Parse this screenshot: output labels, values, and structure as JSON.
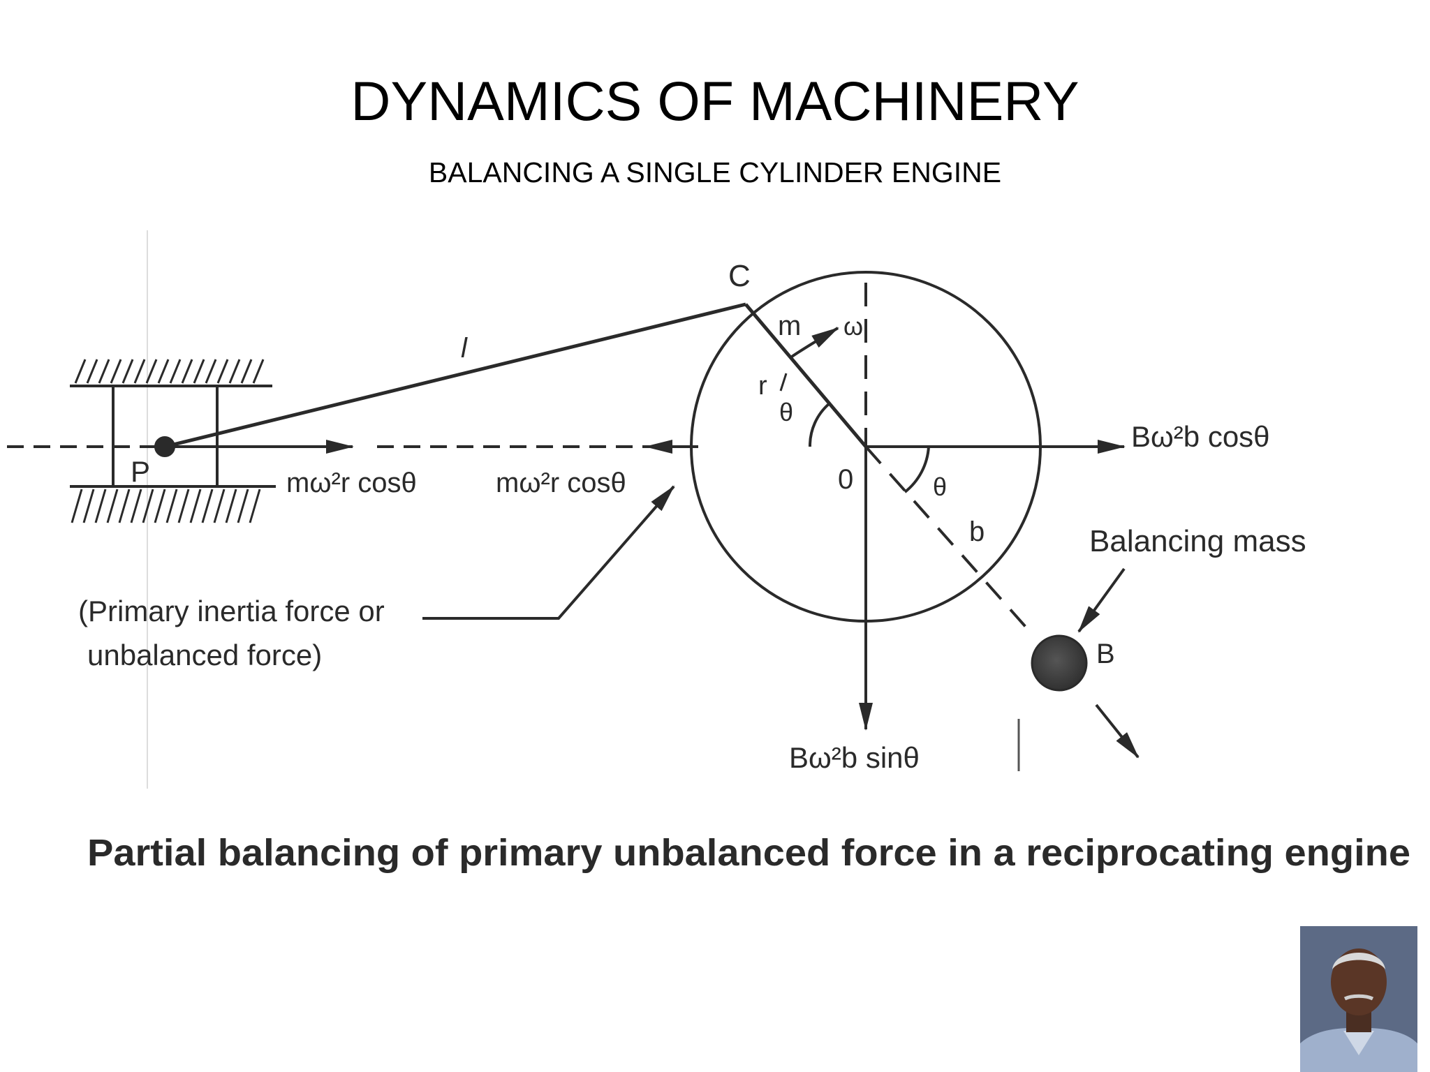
{
  "slide": {
    "title": "DYNAMICS OF MACHINERY",
    "subtitle": "BALANCING A SINGLE CYLINDER ENGINE"
  },
  "diagram": {
    "point_p": "P",
    "point_c": "C",
    "point_o": "0",
    "length_l": "l",
    "mass_m": "m",
    "radius_r": "r",
    "angle_theta": "θ",
    "omega": "ω",
    "distance_b": "b",
    "mass_b": "B",
    "balancing_mass": "Balancing mass",
    "force_piston": "mω²r cosθ",
    "force_reaction": "mω²r cosθ",
    "force_horizontal": "Bω²b cosθ",
    "force_vertical": "Bω²b sinθ",
    "callout_line1": "(Primary inertia force or",
    "callout_line2": "unbalanced force)",
    "caption": "Partial balancing of primary unbalanced force in a reciprocating engine",
    "colors": {
      "line": "#2a2a2a",
      "mass_fill": "#3a3a3a"
    }
  },
  "portrait": {
    "icon": "person-photo"
  }
}
